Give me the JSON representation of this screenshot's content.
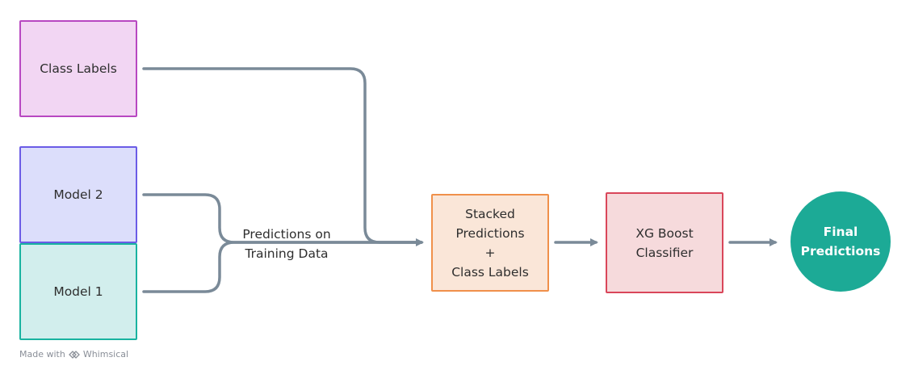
{
  "nodes": {
    "class_labels": "Class Labels",
    "model_2": "Model 2",
    "model_1": "Model 1",
    "stacked": "Stacked\nPredictions\n+\nClass Labels",
    "xgboost": "XG Boost\nClassifier",
    "final": "Final\nPredictions"
  },
  "edge_label": "Predictions on\nTraining Data",
  "watermark": {
    "prefix": "Made with",
    "brand": "Whimsical"
  },
  "colors": {
    "connector": "#7a8a98"
  }
}
